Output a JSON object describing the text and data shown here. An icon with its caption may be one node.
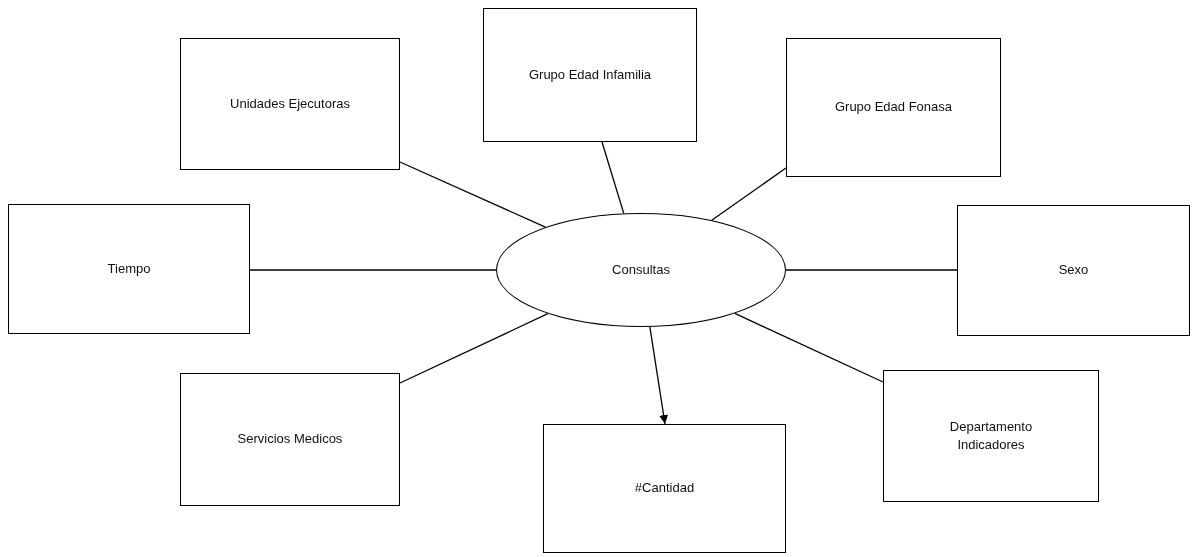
{
  "diagram": {
    "nodes": [
      {
        "text": [
          "Unidades Ejecutoras"
        ]
      },
      {
        "text": [
          "Grupo Edad Infamilia"
        ]
      },
      {
        "text": [
          "Grupo Edad Fonasa"
        ]
      },
      {
        "text": [
          "Tiempo"
        ]
      },
      {
        "text": [
          "Consultas"
        ]
      },
      {
        "text": [
          "Sexo"
        ]
      },
      {
        "text": [
          "Servicios Medicos"
        ]
      },
      {
        "text": [
          "#Cantidad"
        ]
      },
      {
        "text": [
          "Departamento Indicadores"
        ]
      }
    ],
    "edges": [
      {
        "from": 4,
        "to": 0,
        "arrow": "none"
      },
      {
        "from": 4,
        "to": 1,
        "arrow": "none"
      },
      {
        "from": 4,
        "to": 2,
        "arrow": "none"
      },
      {
        "from": 4,
        "to": 3,
        "arrow": "none"
      },
      {
        "from": 4,
        "to": 5,
        "arrow": "none"
      },
      {
        "from": 4,
        "to": 6,
        "arrow": "none"
      },
      {
        "from": 4,
        "to": 7,
        "arrow": "to"
      },
      {
        "from": 4,
        "to": 8,
        "arrow": "none"
      }
    ]
  }
}
